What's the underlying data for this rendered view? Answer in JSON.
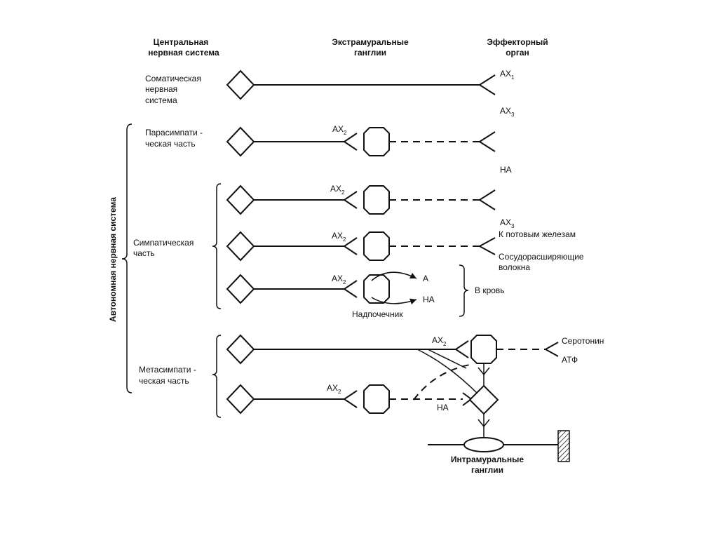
{
  "headers": {
    "cns_line1": "Центральная",
    "cns_line2": "нервная система",
    "extramural_line1": "Экстрамуральные",
    "extramural_line2": "ганглии",
    "effector_line1": "Эффекторный",
    "effector_line2": "орган"
  },
  "rows": {
    "somatic": [
      "Соматическая",
      "нервная",
      "система"
    ],
    "parasympathetic": [
      "Парасимпати -",
      "ческая часть"
    ],
    "sympathetic": [
      "Симпатическая",
      "часть"
    ],
    "metasympathetic": [
      "Метасимпати -",
      "ческая часть"
    ]
  },
  "autonomic_label": "Автономная нервная система",
  "transmitters": {
    "ax": "АХ",
    "sub1": "1",
    "sub2": "2",
    "sub3": "3",
    "na": "НА",
    "a": "А"
  },
  "effector_labels": {
    "sweat": "К потовым железам",
    "vasodilator_line1": "Сосудорасширяющие",
    "vasodilator_line2": "волокна",
    "to_blood": "В кровь",
    "serotonin": "Серотонин",
    "atp": "АТФ"
  },
  "adrenal_label": "Надпочечник",
  "intramural_line1": "Интрамуральные",
  "intramural_line2": "ганглии"
}
